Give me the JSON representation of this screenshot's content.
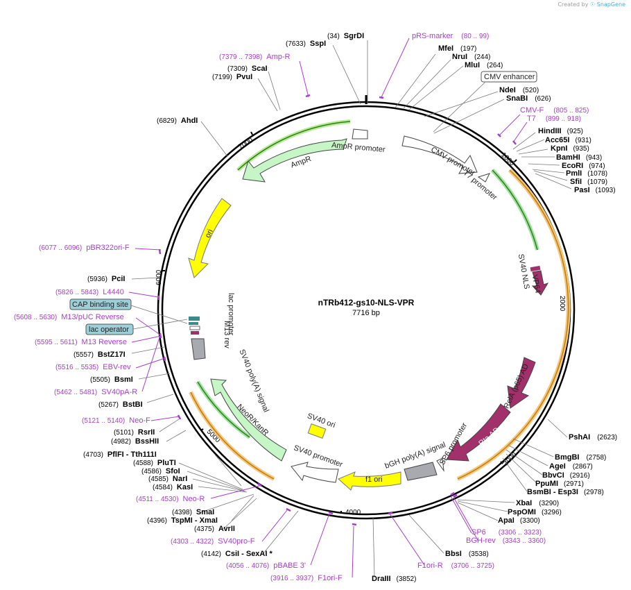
{
  "credit": {
    "prefix": "Created by",
    "brand": "SnapGene"
  },
  "plasmid": {
    "name": "nTRb412-gs10-NLS-VPR",
    "length_label": "7716 bp"
  },
  "ticks": [
    "1000",
    "2000",
    "3000",
    "4000",
    "5000",
    "6000",
    "7000"
  ],
  "sites": [
    {
      "name": "SgrDI",
      "pos": "(34)"
    },
    {
      "name": "SspI",
      "pos": "(7633)"
    },
    {
      "name": "MfeI",
      "pos": "(197)"
    },
    {
      "name": "NruI",
      "pos": "(244)"
    },
    {
      "name": "MluI",
      "pos": "(264)"
    },
    {
      "name": "ScaI",
      "pos": "(7309)"
    },
    {
      "name": "PvuI",
      "pos": "(7199)"
    },
    {
      "name": "NdeI",
      "pos": "(520)"
    },
    {
      "name": "SnaBI",
      "pos": "(626)"
    },
    {
      "name": "AhdI",
      "pos": "(6829)"
    },
    {
      "name": "HindIII",
      "pos": "(925)"
    },
    {
      "name": "Acc65I",
      "pos": "(931)"
    },
    {
      "name": "KpnI",
      "pos": "(935)"
    },
    {
      "name": "BamHI",
      "pos": "(943)"
    },
    {
      "name": "EcoRI",
      "pos": "(974)"
    },
    {
      "name": "PmlI",
      "pos": "(1078)"
    },
    {
      "name": "SfiI",
      "pos": "(1079)"
    },
    {
      "name": "PasI",
      "pos": "(1093)"
    },
    {
      "name": "PciI",
      "pos": "(5936)"
    },
    {
      "name": "BstZ17I",
      "pos": "(5557)"
    },
    {
      "name": "BsmI",
      "pos": "(5505)"
    },
    {
      "name": "BstBI",
      "pos": "(5267)"
    },
    {
      "name": "PshAI",
      "pos": "(2623)"
    },
    {
      "name": "RsrII",
      "pos": "(5101)"
    },
    {
      "name": "BssHII",
      "pos": "(4982)"
    },
    {
      "name": "BmgBI",
      "pos": "(2758)"
    },
    {
      "name": "AgeI",
      "pos": "(2867)"
    },
    {
      "name": "BbvCI",
      "pos": "(2916)"
    },
    {
      "name": "PpuMI",
      "pos": "(2971)"
    },
    {
      "name": "BsmBI - Esp3I",
      "pos": "(2978)"
    },
    {
      "name": "PflFI - Tth111I",
      "pos": "(4703)"
    },
    {
      "name": "PluTI",
      "pos": "(4588)"
    },
    {
      "name": "SfoI",
      "pos": "(4586)"
    },
    {
      "name": "NarI",
      "pos": "(4585)"
    },
    {
      "name": "KasI",
      "pos": "(4584)"
    },
    {
      "name": "XbaI",
      "pos": "(3290)"
    },
    {
      "name": "PspOMI",
      "pos": "(3296)"
    },
    {
      "name": "ApaI",
      "pos": "(3300)"
    },
    {
      "name": "SmaI",
      "pos": "(4398)"
    },
    {
      "name": "TspMI - XmaI",
      "pos": "(4396)"
    },
    {
      "name": "AvrII",
      "pos": "(4375)"
    },
    {
      "name": "CsiI - SexAI *",
      "pos": "(4142)"
    },
    {
      "name": "BbsI",
      "pos": "(3538)"
    },
    {
      "name": "DraIII",
      "pos": "(3852)"
    }
  ],
  "primers": [
    {
      "name": "pRS-marker",
      "pos": "(80 .. 99)"
    },
    {
      "name": "Amp-R",
      "pos": "(7379 .. 7398)"
    },
    {
      "name": "CMV-F",
      "pos": "(805 .. 825)"
    },
    {
      "name": "T7",
      "pos": "(899 .. 918)"
    },
    {
      "name": "pBR322ori-F",
      "pos": "(6077 .. 6096)"
    },
    {
      "name": "L4440",
      "pos": "(5826 .. 5843)"
    },
    {
      "name": "M13/pUC Reverse",
      "pos": "(5608 .. 5630)"
    },
    {
      "name": "M13 Reverse",
      "pos": "(5595 .. 5611)"
    },
    {
      "name": "EBV-rev",
      "pos": "(5516 .. 5535)"
    },
    {
      "name": "SV40pA-R",
      "pos": "(5462 .. 5481)"
    },
    {
      "name": "Neo-F",
      "pos": "(5121 .. 5140)"
    },
    {
      "name": "Neo-R",
      "pos": "(4511 .. 4530)"
    },
    {
      "name": "SV40pro-F",
      "pos": "(4303 .. 4322)"
    },
    {
      "name": "pBABE 3'",
      "pos": "(4056 .. 4076)"
    },
    {
      "name": "F1ori-F",
      "pos": "(3916 .. 3937)"
    },
    {
      "name": "F1ori-R",
      "pos": "(3706 .. 3725)"
    },
    {
      "name": "SP6",
      "pos": "(3306 .. 3323)"
    },
    {
      "name": "BGH-rev",
      "pos": "(3343 .. 3360)"
    }
  ],
  "boxed_features": [
    "CMV enhancer",
    "CAP binding site",
    "lac operator"
  ],
  "feature_labels": [
    "AmpR promoter",
    "AmpR",
    "ori",
    "CMV promoter",
    "T7 promoter",
    "SV40 NLS",
    "VP64",
    "lac promoter",
    "M13 rev",
    "SV40 poly(A) signal",
    "NeoR/KanR",
    "SV40 ori",
    "SV40 promoter",
    "f1 ori",
    "bGH poly(A) signal",
    "SP6 promoter",
    "RelA (p65) AD",
    "Rta AD"
  ],
  "colors": {
    "backbone": "#000000",
    "amp": "#c6f5c6",
    "ori": "#ffff00",
    "promoter": "#ffffff",
    "nls": "#a1306b",
    "polyA": "#a8aab0",
    "lac": "#3a8b8b",
    "primer": "#a63ec9",
    "orf_orange": "#f5c77a",
    "orf_green": "#9de29d"
  }
}
